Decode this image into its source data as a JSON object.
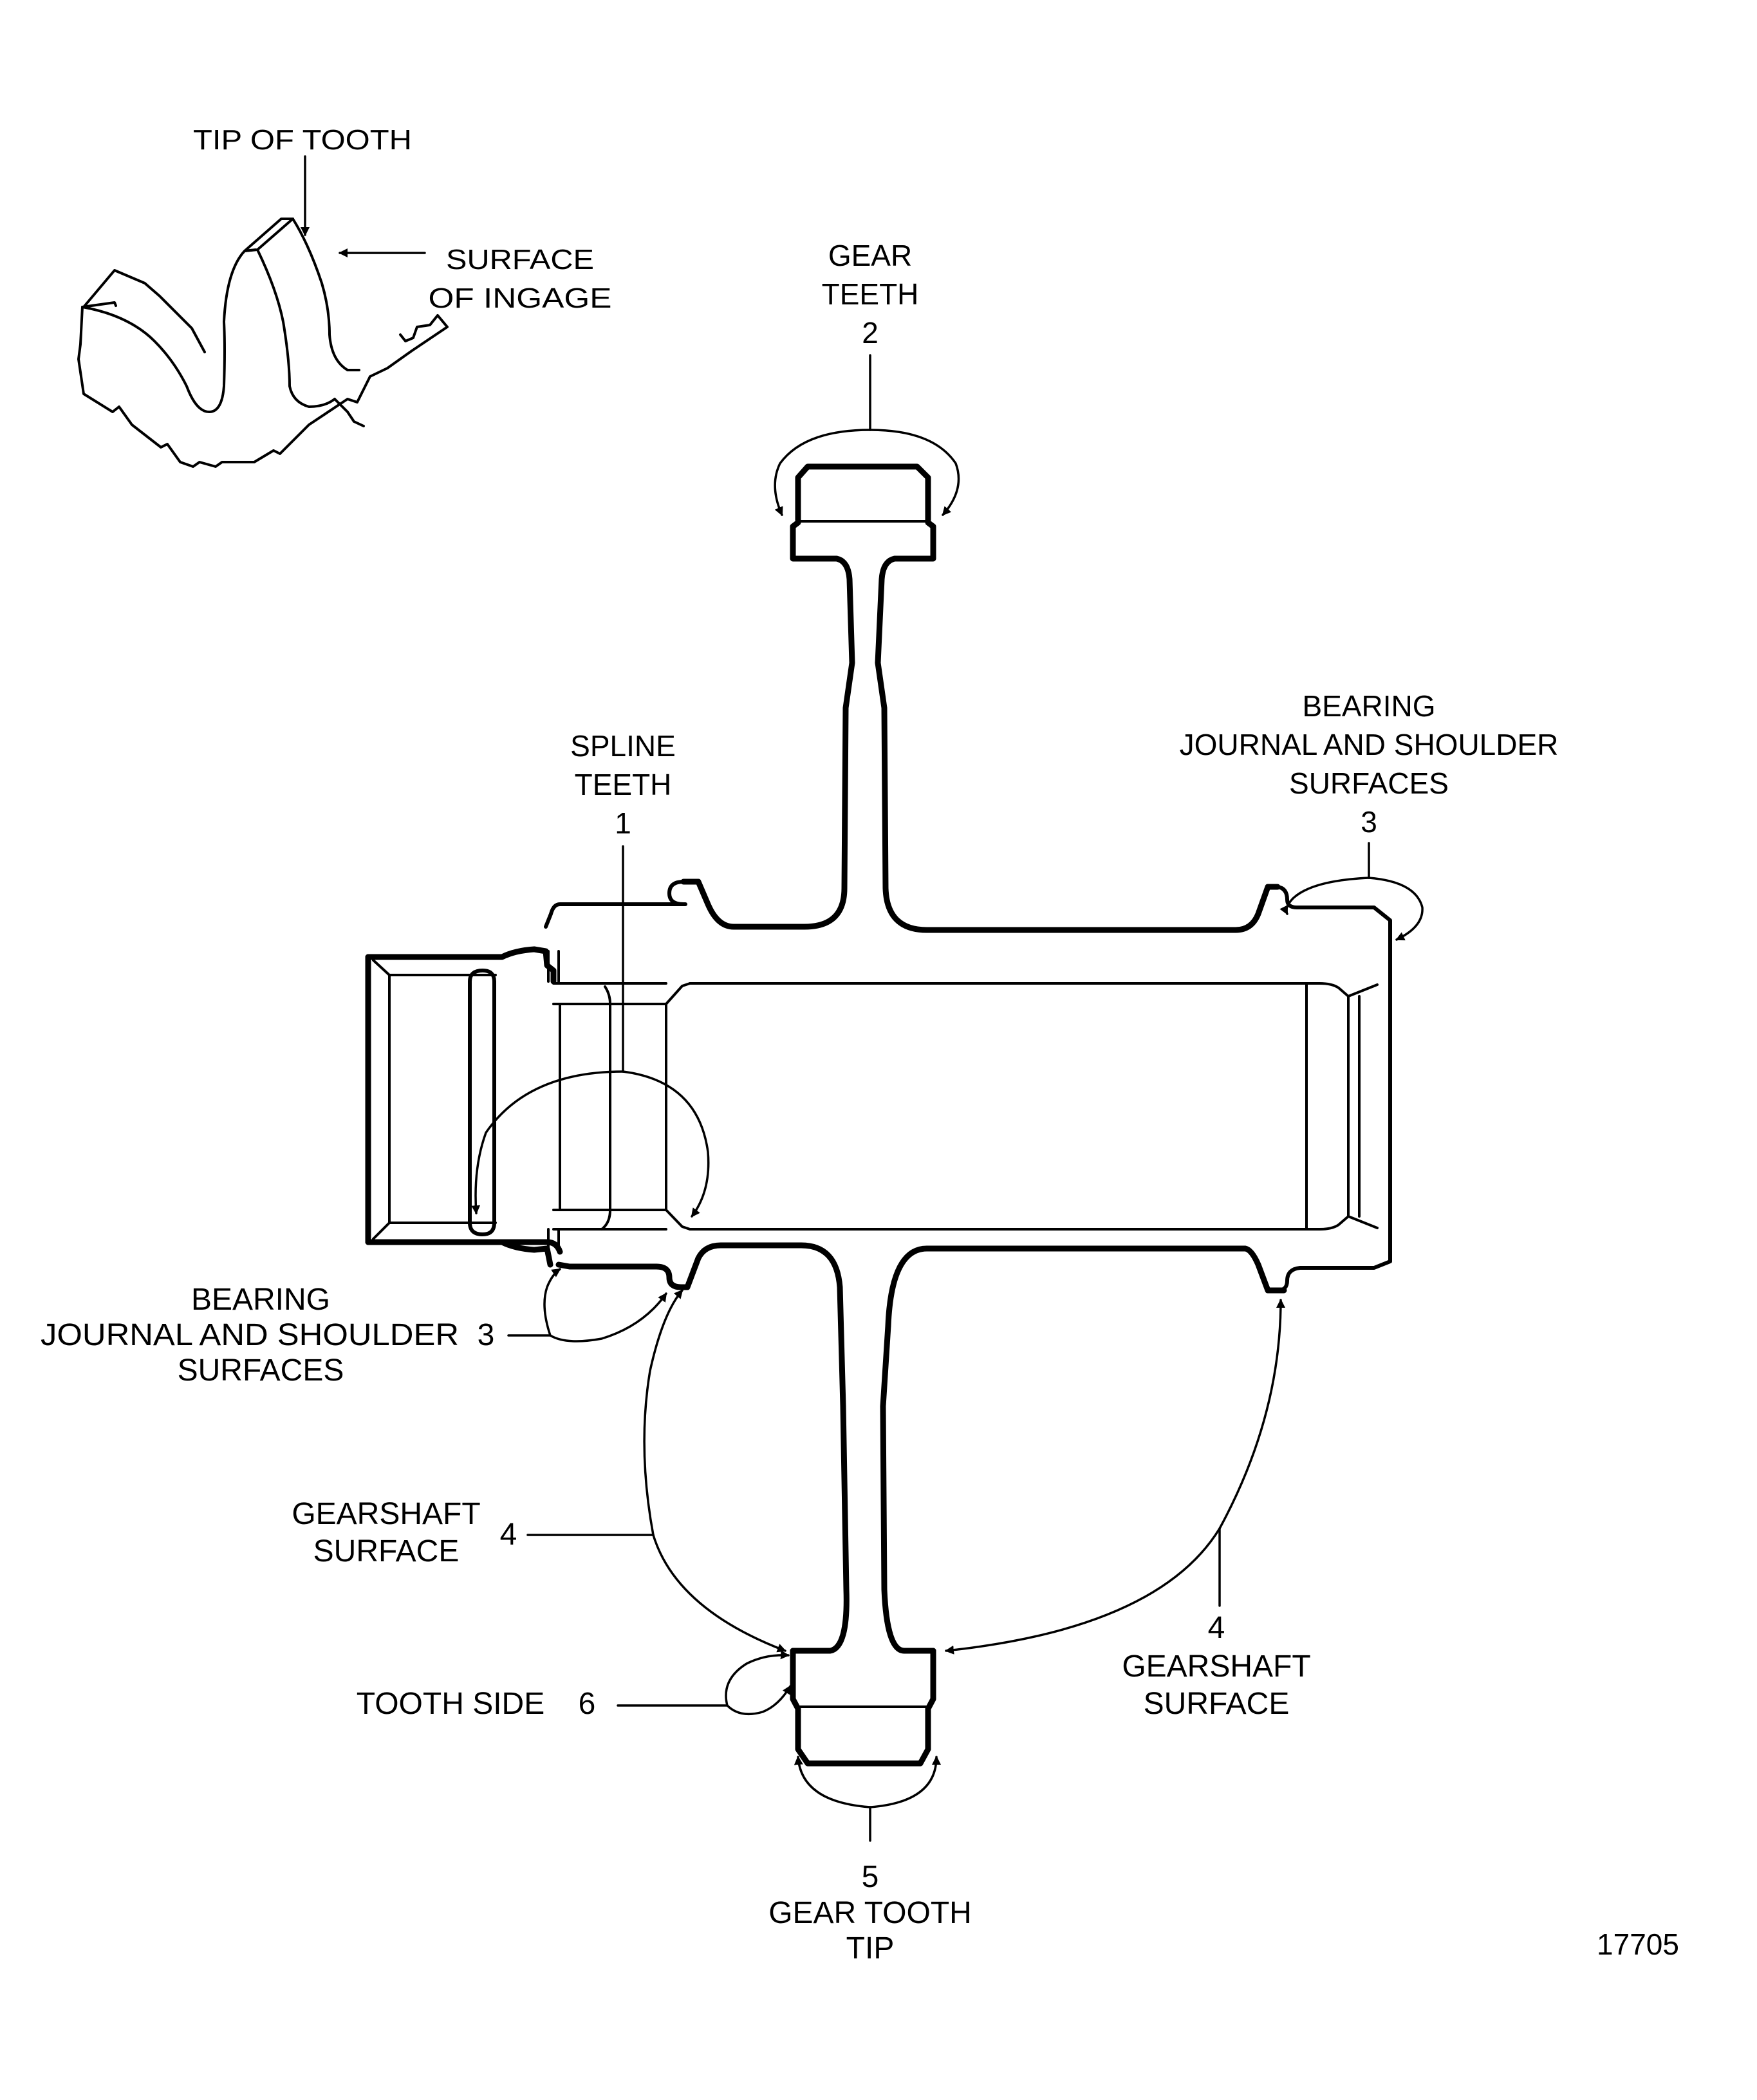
{
  "figure": {
    "id_number": "17705"
  },
  "inset": {
    "tip_of_tooth": "TIP OF TOOTH",
    "surface_line1": "SURFACE",
    "surface_line2": "OF INGAGE"
  },
  "callouts": {
    "gear_teeth": {
      "line1": "GEAR",
      "line2": "TEETH",
      "number": "2"
    },
    "spline_teeth": {
      "line1": "SPLINE",
      "line2": "TEETH",
      "number": "1"
    },
    "bearing_right": {
      "line1": "BEARING",
      "line2": "JOURNAL AND SHOULDER",
      "line3": "SURFACES",
      "number": "3"
    },
    "bearing_left": {
      "line1": "BEARING",
      "line2": "JOURNAL AND SHOULDER",
      "number": "3",
      "line3": "SURFACES"
    },
    "gearshaft_left": {
      "line1": "GEARSHAFT",
      "line2": "SURFACE",
      "number": "4"
    },
    "gearshaft_right": {
      "number": "4",
      "line1": "GEARSHAFT",
      "line2": "SURFACE"
    },
    "tooth_side": {
      "label": "TOOTH SIDE",
      "number": "6"
    },
    "gear_tooth_tip": {
      "number": "5",
      "line1": "GEAR TOOTH",
      "line2": "TIP"
    }
  }
}
